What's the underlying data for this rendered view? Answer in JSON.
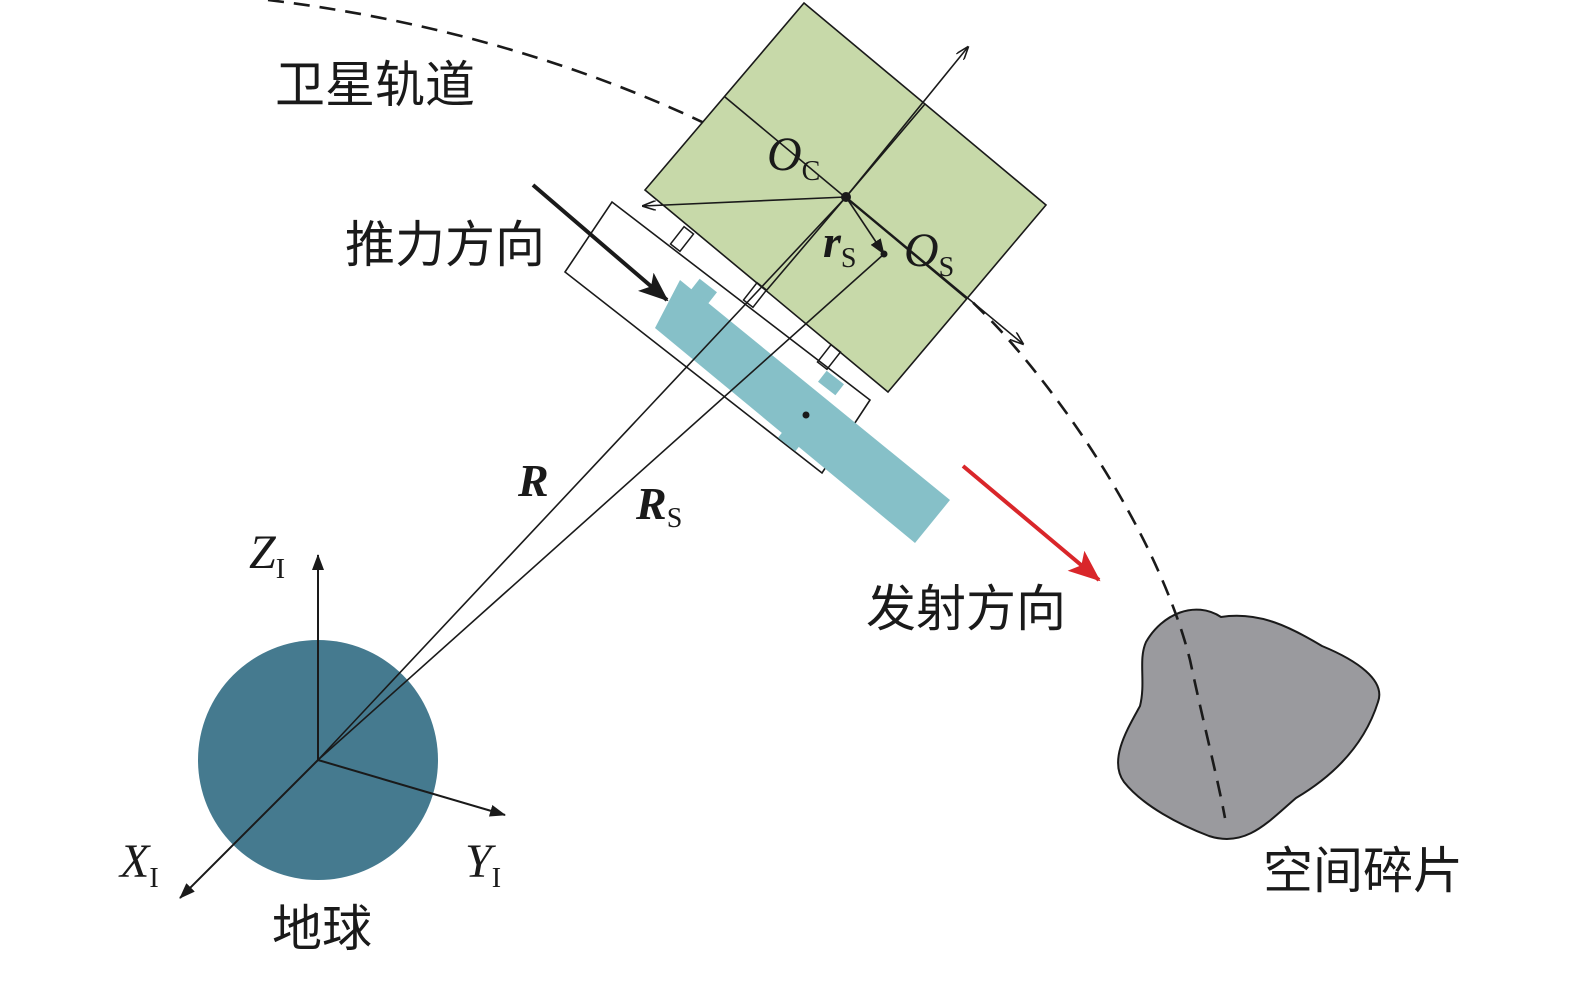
{
  "labels": {
    "orbit": "卫星轨道",
    "thrust_direction": "推力方向",
    "launch_direction": "发射方向",
    "space_debris": "空间碎片",
    "earth": "地球"
  },
  "symbols": {
    "oc": {
      "main": "O",
      "sub": "C"
    },
    "os": {
      "main": "O",
      "sub": "S"
    },
    "rs_small": {
      "main": "r",
      "sub": "S"
    },
    "R": {
      "main": "R"
    },
    "RS": {
      "main": "R",
      "sub": "S"
    },
    "ZI": {
      "main": "Z",
      "sub": "I"
    },
    "XI": {
      "main": "X",
      "sub": "I"
    },
    "YI": {
      "main": "Y",
      "sub": "I"
    }
  },
  "colors": {
    "satellite_body": "#c7d9a9",
    "launcher": "#86c0c8",
    "earth": "#457a8f",
    "debris": "#9a9a9e",
    "launch_arrow": "#d9262a",
    "ink": "#1a1a1a"
  }
}
